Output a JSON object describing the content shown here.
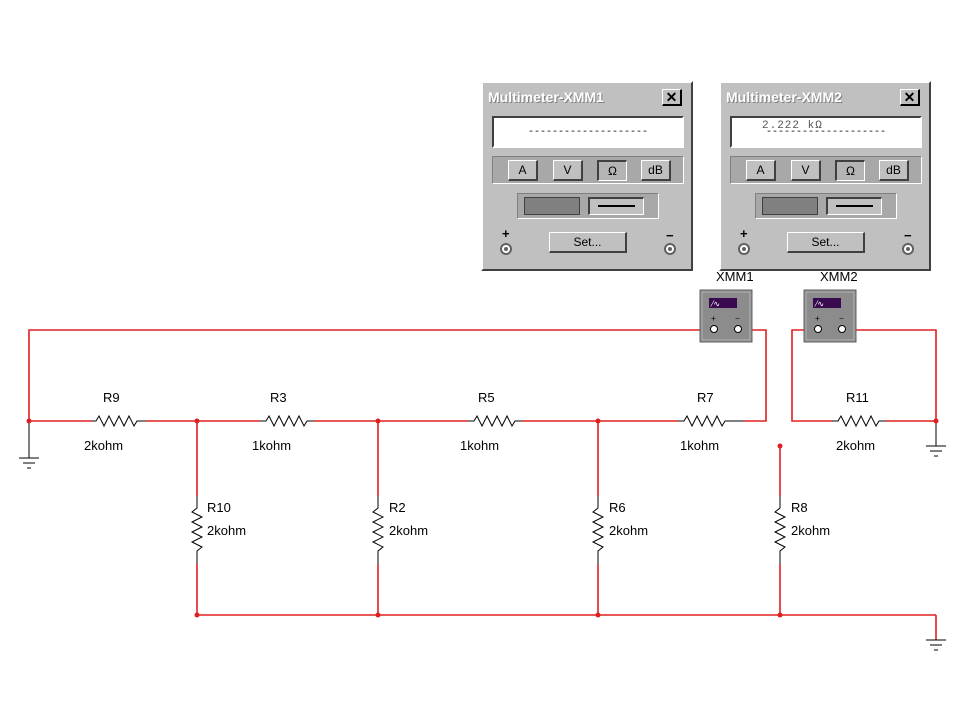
{
  "windows": [
    {
      "title": "Multimeter-XMM1",
      "close_symbol": "✕",
      "reading": "",
      "placeholder": "--------------------",
      "mode_buttons": [
        "A",
        "V",
        "Ω",
        "dB"
      ],
      "selected_mode": "Ω",
      "set_label": "Set...",
      "plus": "+",
      "minus": "−"
    },
    {
      "title": "Multimeter-XMM2",
      "close_symbol": "✕",
      "reading": "2.222 kΩ",
      "placeholder": "--------------------",
      "mode_buttons": [
        "A",
        "V",
        "Ω",
        "dB"
      ],
      "selected_mode": "Ω",
      "set_label": "Set...",
      "plus": "+",
      "minus": "−"
    }
  ],
  "instruments": [
    {
      "name": "XMM1"
    },
    {
      "name": "XMM2"
    }
  ],
  "resistors": [
    {
      "name": "R9",
      "value": "2kohm"
    },
    {
      "name": "R3",
      "value": "1kohm"
    },
    {
      "name": "R5",
      "value": "1kohm"
    },
    {
      "name": "R7",
      "value": "1kohm"
    },
    {
      "name": "R11",
      "value": "2kohm"
    },
    {
      "name": "R10",
      "value": "2kohm"
    },
    {
      "name": "R2",
      "value": "2kohm"
    },
    {
      "name": "R6",
      "value": "2kohm"
    },
    {
      "name": "R8",
      "value": "2kohm"
    }
  ],
  "colors": {
    "wire": "#e02020",
    "window_bg": "#c0c0c0",
    "instrument_bg": "#8c8c8c",
    "instrument_screen": "#3a0a50"
  }
}
